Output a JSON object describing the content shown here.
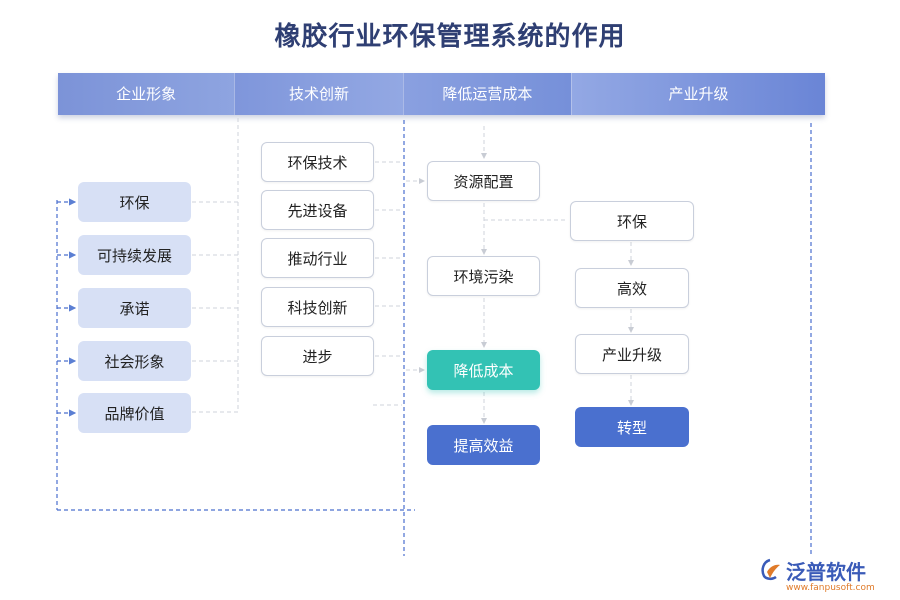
{
  "title": "橡胶行业环保管理系统的作用",
  "header": [
    "企业形象",
    "技术创新",
    "降低运营成本",
    "产业升级"
  ],
  "column1": [
    "环保",
    "可持续发展",
    "承诺",
    "社会形象",
    "品牌价值"
  ],
  "column2": [
    "环保技术",
    "先进设备",
    "推动行业",
    "科技创新",
    "进步"
  ],
  "column3": [
    "资源配置",
    "环境污染",
    "降低成本",
    "提高效益"
  ],
  "column4": [
    "环保",
    "高效",
    "产业升级",
    "转型"
  ],
  "logo": {
    "name": "泛普软件",
    "url": "www.fanpusoft.com"
  },
  "colors": {
    "header": "#7f96db",
    "light_box": "#d7e0f5",
    "teal": "#33c2b4",
    "blue": "#4a70cf",
    "title": "#2f3f73"
  }
}
